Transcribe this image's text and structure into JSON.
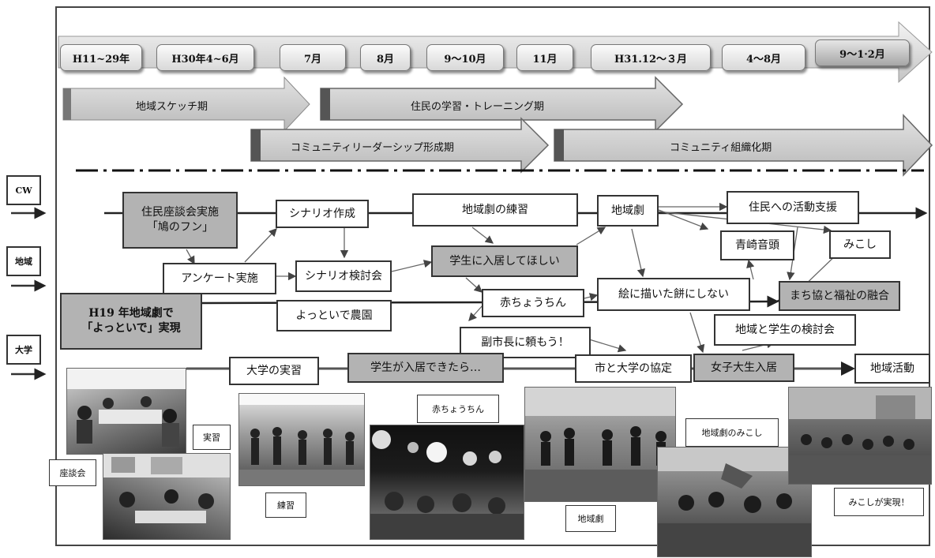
{
  "timeline": [
    "H11~29年",
    "H30年4~6月",
    "7月",
    "8月",
    "9～10月",
    "11月",
    "H31.12～３月",
    "4～8月",
    "9～1·2月"
  ],
  "phases": {
    "sketch": "地域スケッチ期",
    "learning": "住民の学習・トレーニング期",
    "leadership": "コミュニティリーダーシップ形成期",
    "organizing": "コミュニティ組織化期"
  },
  "side_labels": {
    "cw": "CW",
    "region": "地域",
    "university": "大学"
  },
  "nodes": {
    "meeting": "住民座談会実施\n「鳩のフン」",
    "scenario_make": "シナリオ作成",
    "rehearsal": "地域劇の練習",
    "play": "地域劇",
    "support": "住民への活動支援",
    "survey": "アンケート実施",
    "scenario_review": "シナリオ検討会",
    "want_students": "学生に入居してほしい",
    "aosaki": "青崎音頭",
    "mikoshi": "みこし",
    "h19": "H19 年地域劇で\n「よっといで」実現",
    "yottoide": "よっといで農園",
    "lantern": "赤ちょうちん",
    "not_pie": "絵に描いた餅にしない",
    "merge": "まち協と福祉の融合",
    "ask_mayor": "副市長に頼もう！",
    "review_meeting": "地域と学生の検討会",
    "practicum": "大学の実習",
    "if_students": "学生が入居できたら…",
    "agreement": "市と大学の協定",
    "female_students": "女子大生入居",
    "activity": "地域活動"
  },
  "photo_labels": {
    "zadankai": "座談会",
    "jisshu": "実習",
    "renshu": "練習",
    "akachochin": "赤ちょうちん",
    "chiikigeki": "地域劇",
    "geki_mikoshi": "地域劇のみこし",
    "mikoshi_jitsugen": "みこしが実現！"
  }
}
